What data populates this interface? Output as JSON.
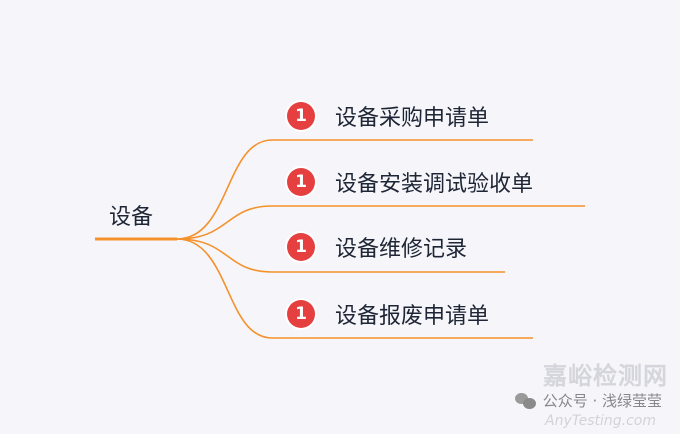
{
  "root": {
    "label": "设备"
  },
  "branches": [
    {
      "badge": "1",
      "label": "设备采购申请单"
    },
    {
      "badge": "1",
      "label": "设备安装调试验收单"
    },
    {
      "badge": "1",
      "label": "设备维修记录"
    },
    {
      "badge": "1",
      "label": "设备报废申请单"
    }
  ],
  "colors": {
    "line": "#f5912b",
    "badge": "#e5403f",
    "background": "#f6f6fa",
    "text": "#1e2535"
  },
  "watermark": {
    "account": "公众号 · 浅绿莹莹",
    "site_cn": "嘉峪检测网",
    "site_en": "AnyTesting.com",
    "icon": "wechat-icon"
  }
}
